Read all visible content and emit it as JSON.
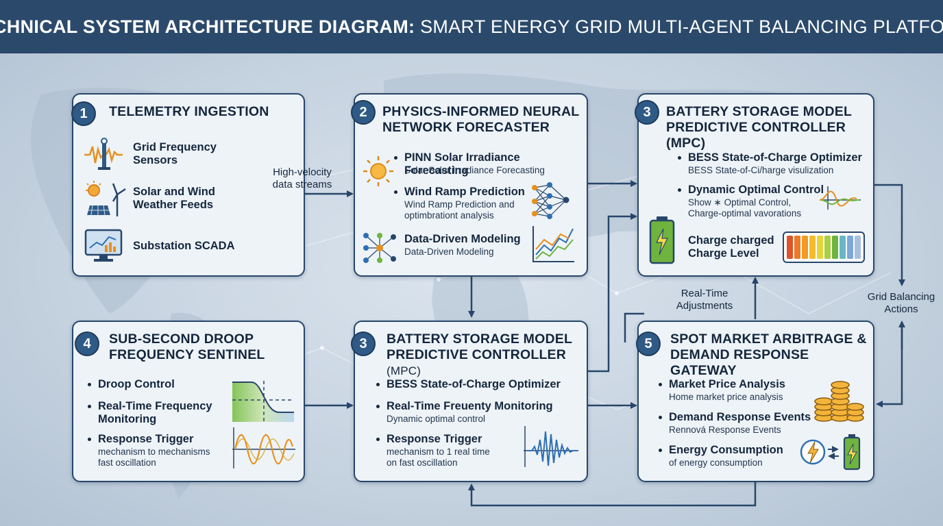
{
  "title": {
    "bold": "TECHNICAL SYSTEM ARCHITECTURE DIAGRAM:",
    "light": " SMART ENERGY GRID MULTI-AGENT BALANCING PLATFORM"
  },
  "panels": {
    "telemetry": {
      "number": "1",
      "title": "TELEMETRY INGESTION",
      "items": [
        "Grid Frequency\nSensors",
        "Solar and Wind\nWeather Feeds",
        "Substation SCADA"
      ]
    },
    "pinn": {
      "number": "2",
      "title_line1": "PHYSICS-INFORMED NEURAL",
      "title_line2": "NETWORK FORECASTER",
      "items": [
        {
          "heading": "PINN Solar Irradiance Forecasting",
          "sub": "Solar  Solar Irradiance Forecasting"
        },
        {
          "heading": "Wind Ramp Prediction",
          "sub": "Wind Ramp Prediction and\noptimbrationt analysis"
        },
        {
          "heading": "Data-Driven Modeling",
          "sub": "Data-Driven Modeling"
        }
      ]
    },
    "mpc_top": {
      "number": "3",
      "title_line1": "BATTERY STORAGE MODEL",
      "title_line2": "PREDICTIVE CONTROLLER (MPC)",
      "items": [
        {
          "heading": "BESS State-of-Charge Optimizer",
          "sub": "BESS State-of-Ci/harge visulization"
        },
        {
          "heading": "Dynamic Optimal Control",
          "sub": "Show ∗ Optimal Control,\nCharge-optimal vavorations"
        },
        {
          "heading": "Charge charged\nCharge Level",
          "sub": ""
        }
      ]
    },
    "droop": {
      "number": "4",
      "title_line1": "SUB-SECOND DROOP",
      "title_line2": "FREQUENCY SENTINEL",
      "items": [
        {
          "heading": "Droop Control",
          "sub": ""
        },
        {
          "heading": "Real-Time Frequency\nMonitoring",
          "sub": ""
        },
        {
          "heading": "Response Trigger",
          "sub": "mechanism to mechanisms\nfast oscillation"
        }
      ]
    },
    "mpc_bottom": {
      "number": "3",
      "title_line1": "BATTERY STORAGE MODEL",
      "title_line2a": "PREDICTIVE CONTROLLER",
      "title_line2b": " (MPC)",
      "items": [
        {
          "heading": "BESS State-of-Charge Optimizer",
          "sub": ""
        },
        {
          "heading": "Real-Time Freuenty Monitoring",
          "sub": "Dynamic optimal control"
        },
        {
          "heading": "Response Trigger",
          "sub": "mechanism to 1 real time\non fast oscillation"
        }
      ]
    },
    "market": {
      "number": "5",
      "title_line1": "SPOT MARKET ARBITRAGE &",
      "title_line2": "DEMAND RESPONSE GATEWAY",
      "items": [
        {
          "heading": "Market Price Analysis",
          "sub": "Home market price analysis"
        },
        {
          "heading": "Demand Response Events",
          "sub": "Rennová Response Events"
        },
        {
          "heading": "Energy Consumption",
          "sub": "of energy consumption"
        }
      ]
    }
  },
  "labels": {
    "data_streams": "High-velocity\ndata streams",
    "real_time": "Real-Time\nAdjustments",
    "grid_balancing": "Grid Balancing\nActions"
  },
  "colors": {
    "header": "#2b4a6b",
    "panel_border": "#27466a",
    "badge": "#2f5a86",
    "accent_orange": "#e8901c",
    "accent_green": "#6fb43f",
    "accent_blue": "#2e6fb3"
  }
}
